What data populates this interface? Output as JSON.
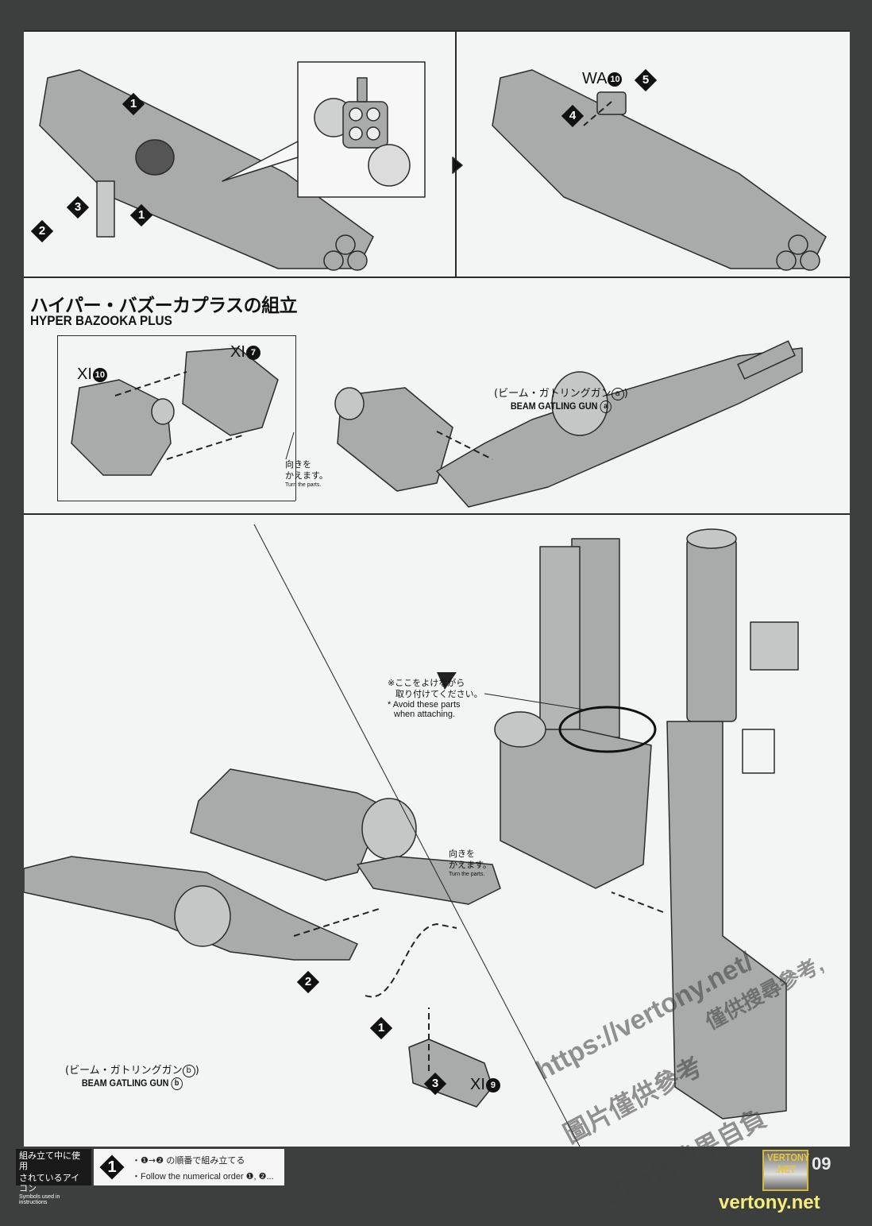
{
  "section": {
    "title_jp": "ハイパー・バズーカプラスの組立",
    "title_en": "HYPER BAZOOKA PLUS"
  },
  "top_panel": {
    "steps_left": [
      "1",
      "1",
      "2",
      "3"
    ],
    "steps_right": [
      "4",
      "5"
    ],
    "part_label": {
      "runner": "WA",
      "number": "10"
    }
  },
  "middle_panel": {
    "part_labels": [
      {
        "runner": "XI",
        "number": "10"
      },
      {
        "runner": "XI",
        "number": "7"
      }
    ],
    "turn_note": {
      "jp_line1": "向きを",
      "jp_line2": "かえます。",
      "en": "Turn the parts."
    },
    "caption_a": {
      "jp": "(ビーム・ガトリングガン",
      "jp_end": ")",
      "en": "BEAM GATLING GUN",
      "mark": "a"
    }
  },
  "lower_panel": {
    "avoid_note": {
      "jp_line1": "※ここをよけながら",
      "jp_line2": "取り付けてください。",
      "en_line1": "* Avoid these parts",
      "en_line2": "when attaching."
    },
    "turn_note": {
      "jp_line1": "向きを",
      "jp_line2": "かえます。",
      "en": "Turn the parts."
    },
    "steps": [
      "1",
      "2",
      "3"
    ],
    "part_label": {
      "runner": "XI",
      "number": "9"
    },
    "caption_b": {
      "jp": "(ビーム・ガトリングガン",
      "jp_end": ")",
      "en": "BEAM GATLING GUN",
      "mark": "b"
    }
  },
  "footer": {
    "icons_title_jp_line1": "組み立て中に使用",
    "icons_title_jp_line2": "されているアイコン",
    "icons_title_en": "Symbols used in instructions",
    "legend_symbol": "1",
    "legend_jp": "・❶→❷ の順番で組み立てる",
    "legend_en": "・Follow the numerical order ❶, ❷...",
    "badge_line1": "VERTONY",
    "badge_line2": ".NET",
    "page_number": "09"
  },
  "watermarks": {
    "url": "vertony.net",
    "diag_url": "https://vertony.net/",
    "diag_cn1": "僅供搜尋參考,",
    "diag_cn2": "圖片僅供參考",
    "diag_cn3": "列印販售後果自負"
  },
  "colors": {
    "page": "#f3f4f4",
    "frame": "#3c3f3e",
    "part_fill": "#a9abab",
    "part_stroke": "#2b2b2b",
    "watermark": "#f5ee7a",
    "badge_border": "#d4b93a"
  }
}
